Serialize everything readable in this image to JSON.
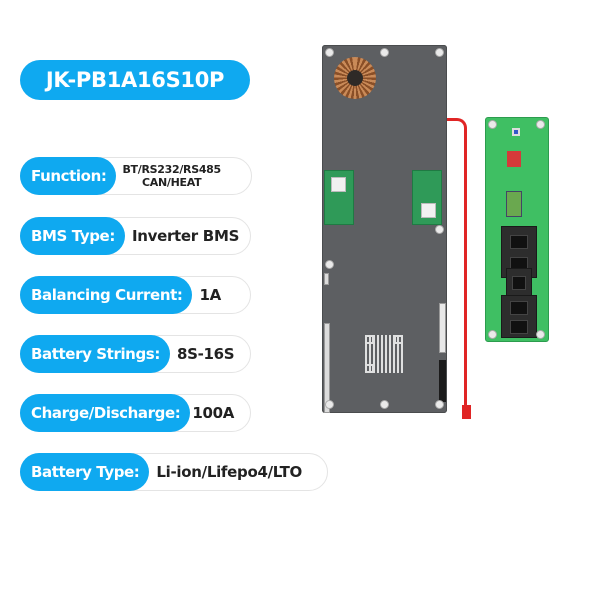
{
  "title": "JK-PB1A16S10P",
  "specs": [
    {
      "label": "Function:",
      "value_line1": "BT/RS232/RS485",
      "value_line2": "CAN/HEAT"
    },
    {
      "label": "BMS Type:",
      "value": "Inverter BMS"
    },
    {
      "label": "Balancing Current:",
      "value": "1A"
    },
    {
      "label": "Battery Strings:",
      "value": "8S-16S"
    },
    {
      "label": "Charge/Discharge:",
      "value": "100A"
    },
    {
      "label": "Battery Type:",
      "value": "Li-ion/Lifepo4/LTO"
    }
  ],
  "colors": {
    "accent": "#0fa9f0",
    "board_main": "#5d5f62",
    "board_sub": "#3fbf63",
    "wire": "#e02525"
  },
  "images": {
    "main_board": "bms-main-board",
    "sub_board": "communication-adapter-board"
  }
}
